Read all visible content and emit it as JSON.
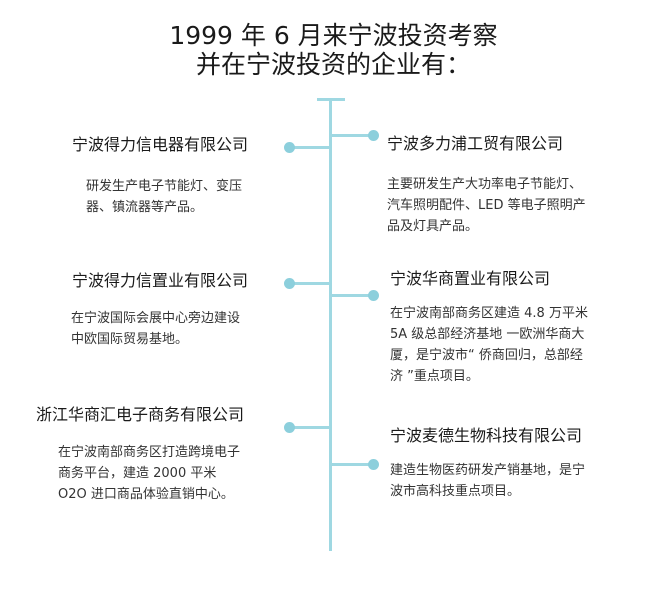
{
  "title": {
    "line1": "1999 年 6 月来宁波投资考察",
    "line2": "并在宁波投资的企业有："
  },
  "colors": {
    "timeline": "#9fd8e2",
    "dot": "#8ccfdc",
    "text": "#1a1a1a",
    "desc_text": "#333333"
  },
  "companies": [
    {
      "side": "left",
      "name": "宁波得力信电器有限公司",
      "desc": [
        "研发生产电子节能灯、变压",
        "器、镇流器等产品。"
      ]
    },
    {
      "side": "right",
      "name": "宁波多力浦工贸有限公司",
      "desc": [
        "主要研发生产大功率电子节能灯、",
        "汽车照明配件、LED 等电子照明产",
        "品及灯具产品。"
      ]
    },
    {
      "side": "left",
      "name": "宁波得力信置业有限公司",
      "desc": [
        "在宁波国际会展中心旁边建设",
        "中欧国际贸易基地。"
      ]
    },
    {
      "side": "right",
      "name": "宁波华商置业有限公司",
      "desc": [
        "在宁波南部商务区建造 4.8 万平米",
        "5A 级总部经济基地 一欧洲华商大",
        "厦，是宁波市“ 侨商回归，总部经",
        "济 ”重点项目。"
      ]
    },
    {
      "side": "left",
      "name": "浙江华商汇电子商务有限公司",
      "desc": [
        "在宁波南部商务区打造跨境电子",
        "商务平台，建造 2000 平米",
        "O2O 进口商品体验直销中心。"
      ]
    },
    {
      "side": "right",
      "name": "宁波麦德生物科技有限公司",
      "desc": [
        "建造生物医药研发产销基地，是宁",
        "波市高科技重点项目。"
      ]
    }
  ]
}
